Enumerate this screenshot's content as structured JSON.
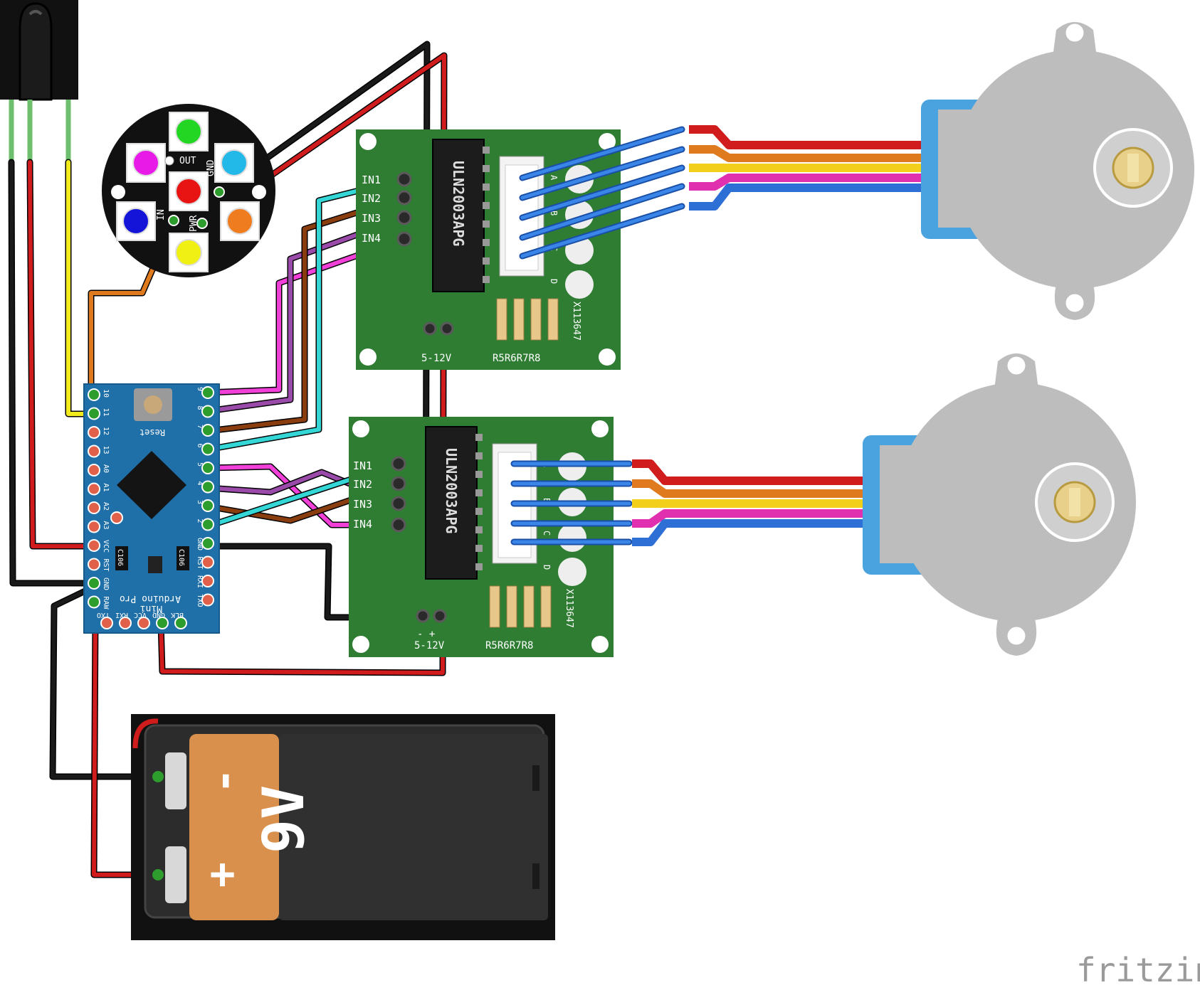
{
  "watermark": "fritzing",
  "driver_top": {
    "chip": "ULN2003APG",
    "inputs": [
      "IN1",
      "IN2",
      "IN3",
      "IN4"
    ],
    "leds": [
      "A",
      "B",
      "C",
      "D"
    ],
    "power": "5-12V",
    "resistors": "R5R6R7R8",
    "code": "X113647"
  },
  "driver_bottom": {
    "chip": "ULN2003APG",
    "inputs": [
      "IN1",
      "IN2",
      "IN3",
      "IN4"
    ],
    "leds": [
      "A",
      "B",
      "C",
      "D"
    ],
    "power": "5-12V",
    "resistors": "R5R6R7R8",
    "code": "X113647",
    "minus_plus": "- +"
  },
  "neopixel_jewel": {
    "pins": [
      "OUT",
      "GND",
      "PWR",
      "IN"
    ]
  },
  "arduino": {
    "name_line1": "Arduino Pro",
    "name_line2": "Mini",
    "reset": "Reset",
    "left_pins": [
      "10",
      "11",
      "12",
      "13",
      "A0",
      "A1",
      "A2",
      "A3",
      "VCC",
      "RST",
      "GND",
      "RAW"
    ],
    "right_pins": [
      "9",
      "8",
      "7",
      "6",
      "5",
      "4",
      "3",
      "2",
      "GND",
      "RST",
      "RXI",
      "TXO"
    ],
    "bottom_pins": [
      "TXO",
      "RXI",
      "VCC",
      "GND",
      "BLK"
    ],
    "ic_left": "C106",
    "ic_right": "C106"
  },
  "battery": {
    "label": "9V",
    "minus": "-",
    "plus": "+"
  },
  "colors": {
    "board_green": "#2e7d32",
    "arduino_blue": "#1f6fa8",
    "motor_gray": "#bdbdbd",
    "motor_blue": "#4aa3df",
    "wire_red": "#d01c1c",
    "wire_black": "#1a1a1a",
    "wire_yellow": "#f2ea1a",
    "wire_orange": "#e07a1f",
    "wire_cyan": "#34d6d6",
    "wire_brown": "#8a3e10",
    "wire_purple": "#9a4aa8",
    "wire_magenta": "#f040d8",
    "motor_wire_blue": "#2e6fd6",
    "motor_wire_pink": "#e030b0",
    "battery_orange": "#d9904c"
  },
  "icons": [
    "ir-receiver-icon",
    "neopixel-jewel-icon",
    "stepper-motor-icon",
    "battery-icon"
  ]
}
